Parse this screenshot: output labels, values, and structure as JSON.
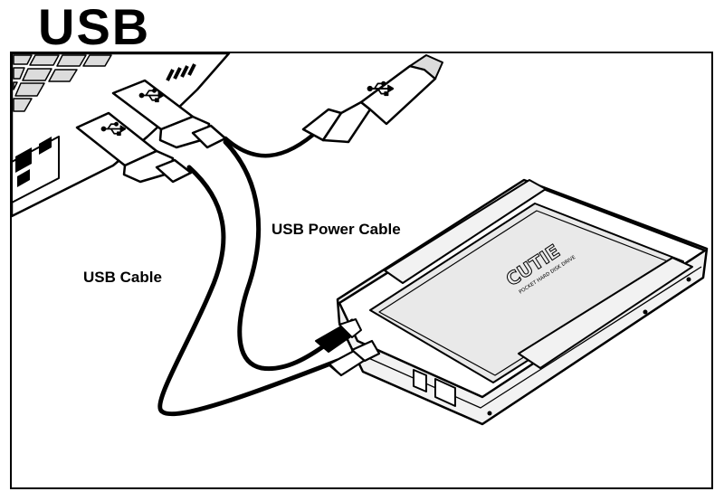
{
  "title": "USB",
  "labels": {
    "usb_power_cable": "USB Power Cable",
    "usb_cable": "USB Cable"
  },
  "drive": {
    "logo_text": "CUTIE",
    "subtitle": "POCKET HARD DISK DRIVE"
  },
  "colors": {
    "ink": "#000000",
    "paper": "#ffffff",
    "device_fill": "#f2f2f2",
    "lid_fill": "#e9e9e9",
    "keyboard_fill": "#dcdcdc"
  },
  "icons": [
    "usb-trident-icon"
  ]
}
